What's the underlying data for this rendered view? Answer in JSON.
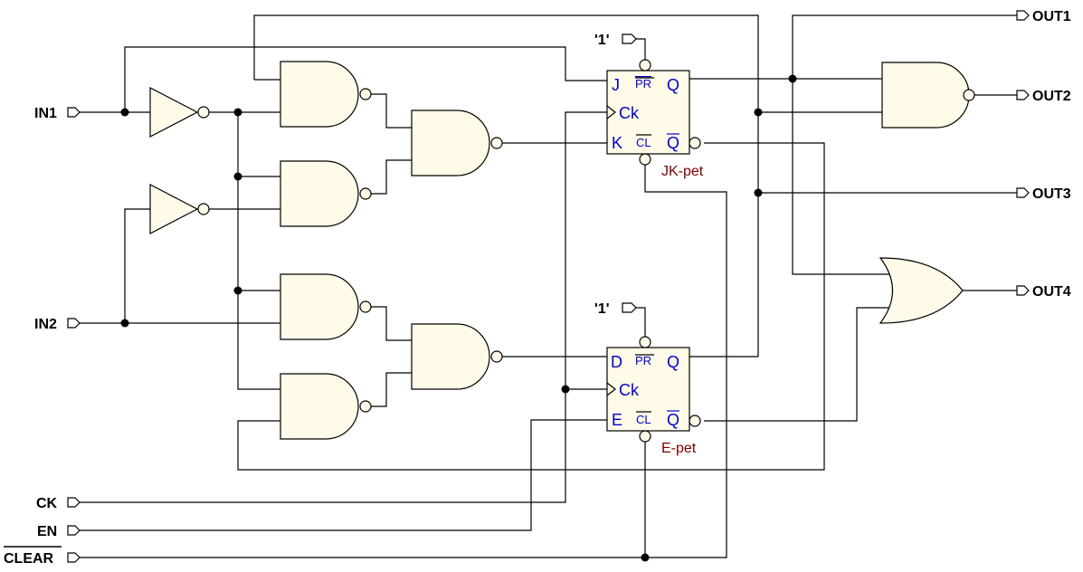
{
  "inputs": {
    "in1": "IN1",
    "in2": "IN2",
    "ck": "CK",
    "en": "EN",
    "clear": "CLEAR"
  },
  "outputs": {
    "out1": "OUT1",
    "out2": "OUT2",
    "out3": "OUT3",
    "out4": "OUT4"
  },
  "jk_flipflop": {
    "name": "JK-pet",
    "preset_const": "'1'",
    "pin_j": "J",
    "pin_pr": "PR",
    "pin_q": "Q",
    "pin_ck": "Ck",
    "pin_k": "K",
    "pin_cl": "CL",
    "pin_qbar": "Q"
  },
  "e_flipflop": {
    "name": "E-pet",
    "preset_const": "'1'",
    "pin_d": "D",
    "pin_pr": "PR",
    "pin_q": "Q",
    "pin_ck": "Ck",
    "pin_e": "E",
    "pin_cl": "CL",
    "pin_qbar": "Q"
  },
  "colors": {
    "gate_fill": "#fffbe8",
    "wire": "#000000",
    "pin_text": "#0000cc",
    "name_text": "#7a0000"
  }
}
